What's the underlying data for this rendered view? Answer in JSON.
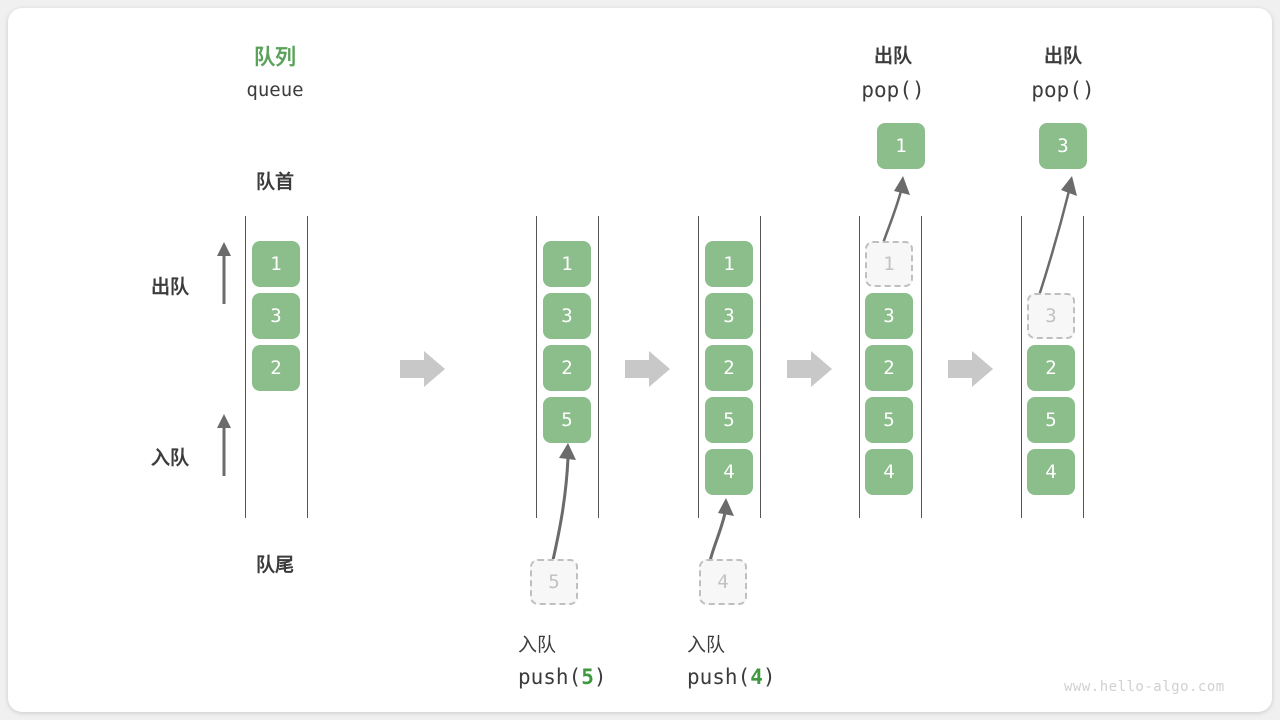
{
  "figure": {
    "title_cn": "队列",
    "title_en": "queue",
    "front_label": "队首",
    "rear_label": "队尾",
    "dequeue_label": "出队",
    "enqueue_label": "入队",
    "watermark": "www.hello-algo.com",
    "accent_green": "#8cbe8c",
    "accent_green_text": "#3f9a3f",
    "arrow_gray": "#c8c8c8",
    "line_gray": "#555555",
    "ghost_gray": "#c2c2c2"
  },
  "stages": [
    {
      "id": "initial",
      "top_cn": "",
      "top_mono": "",
      "items": [
        "1",
        "3",
        "2"
      ],
      "ghost_index": -1,
      "popped_value": "",
      "incoming_value": "",
      "caption_cn": "",
      "caption_mono_prefix": "",
      "caption_mono_arg": "",
      "caption_mono_suffix": ""
    },
    {
      "id": "push-5",
      "top_cn": "",
      "top_mono": "",
      "items": [
        "1",
        "3",
        "2",
        "5"
      ],
      "ghost_index": -1,
      "popped_value": "",
      "incoming_value": "5",
      "caption_cn": "入队",
      "caption_mono_prefix": "push(",
      "caption_mono_arg": "5",
      "caption_mono_suffix": ")"
    },
    {
      "id": "push-4",
      "top_cn": "",
      "top_mono": "",
      "items": [
        "1",
        "3",
        "2",
        "5",
        "4"
      ],
      "ghost_index": -1,
      "popped_value": "",
      "incoming_value": "4",
      "caption_cn": "入队",
      "caption_mono_prefix": "push(",
      "caption_mono_arg": "4",
      "caption_mono_suffix": ")"
    },
    {
      "id": "pop-1",
      "top_cn": "出队",
      "top_mono": "pop()",
      "items": [
        "1",
        "3",
        "2",
        "5",
        "4"
      ],
      "ghost_index": 0,
      "popped_value": "1",
      "incoming_value": "",
      "caption_cn": "",
      "caption_mono_prefix": "",
      "caption_mono_arg": "",
      "caption_mono_suffix": ""
    },
    {
      "id": "pop-3",
      "top_cn": "出队",
      "top_mono": "pop()",
      "items": [
        "3",
        "2",
        "5",
        "4"
      ],
      "ghost_index": 0,
      "popped_value": "3",
      "incoming_value": "",
      "caption_cn": "",
      "caption_mono_prefix": "",
      "caption_mono_arg": "",
      "caption_mono_suffix": ""
    }
  ],
  "flow_arrows": 4
}
